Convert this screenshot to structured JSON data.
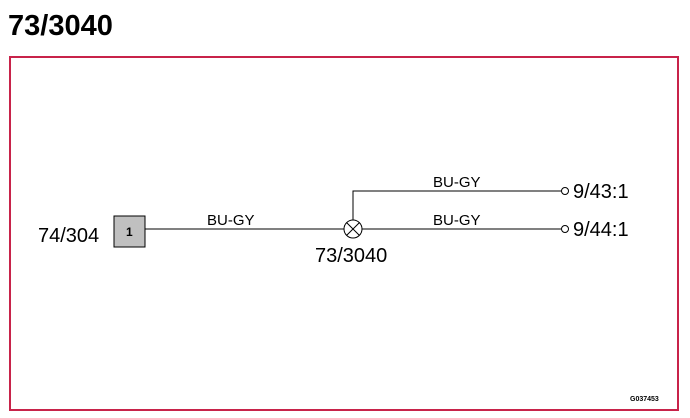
{
  "title": "73/3040",
  "colors": {
    "frame": "#c8234a",
    "wire": "#000000",
    "component_fill": "#c0c0c0"
  },
  "diagram": {
    "component": {
      "label": "74/304",
      "pin": "1"
    },
    "splice": {
      "label": "73/3040",
      "symbol": "splice-crossed-circle"
    },
    "wires": [
      {
        "color_code": "BU-GY",
        "from": "74/304",
        "to": "73/3040"
      },
      {
        "color_code": "BU-GY",
        "from": "73/3040",
        "to": "9/43:1"
      },
      {
        "color_code": "BU-GY",
        "from": "73/3040",
        "to": "9/44:1"
      }
    ],
    "terminals": [
      {
        "label": "9/43:1"
      },
      {
        "label": "9/44:1"
      }
    ],
    "image_code": "G037453"
  }
}
